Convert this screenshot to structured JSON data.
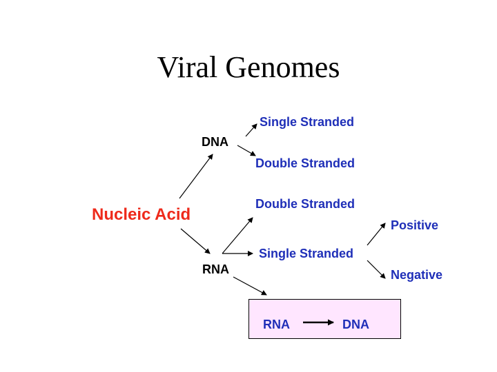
{
  "title": "Viral Genomes",
  "root": "Nucleic Acid",
  "branches": {
    "dna": "DNA",
    "rna": "RNA"
  },
  "dna_types": {
    "single": "Single Stranded",
    "double": "Double Stranded"
  },
  "rna_types": {
    "double": "Double Stranded",
    "single": "Single Stranded"
  },
  "polarity": {
    "positive": "Positive",
    "negative": "Negative"
  },
  "reverse_transcription": {
    "from": "RNA",
    "to": "DNA"
  },
  "colors": {
    "root": "#ee2a1b",
    "types": "#1f2fb8",
    "box": "#ffe6ff"
  }
}
